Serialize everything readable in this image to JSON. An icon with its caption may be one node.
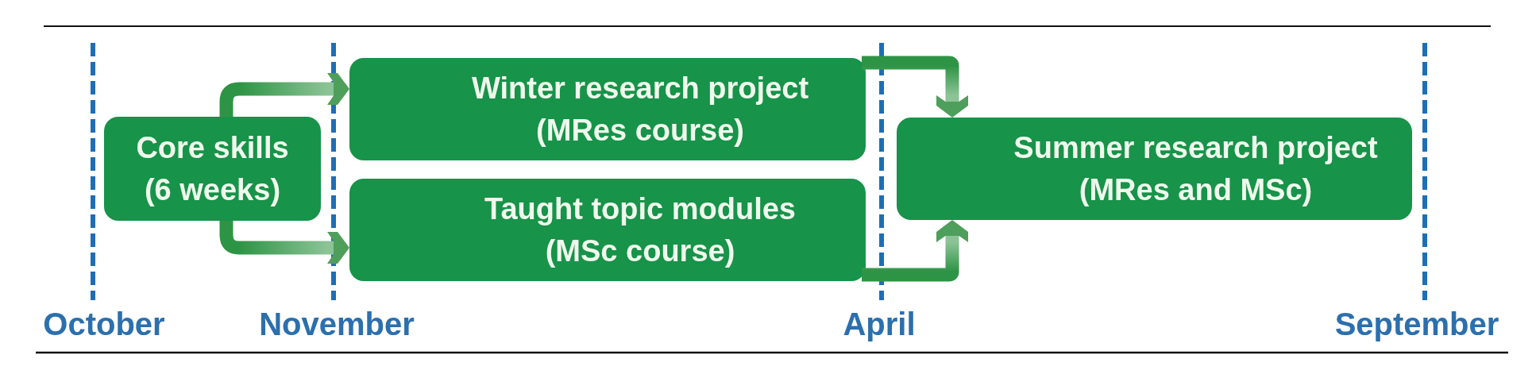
{
  "diagram": {
    "nodes": [
      {
        "text": [
          "Core skills",
          "(6 weeks)"
        ]
      },
      {
        "text": [
          "Winter research project",
          "(MRes course)"
        ]
      },
      {
        "text": [
          "Taught topic modules",
          "(MSc course)"
        ]
      },
      {
        "text": [
          "Summer research project",
          "(MRes and MSc)"
        ]
      }
    ],
    "edges": [
      {
        "from": 0,
        "to": 1,
        "arrow": "to"
      },
      {
        "from": 0,
        "to": 2,
        "arrow": "to"
      },
      {
        "from": 1,
        "to": 3,
        "arrow": "to"
      },
      {
        "from": 2,
        "to": 3,
        "arrow": "to"
      }
    ],
    "labels": [
      "October",
      "November",
      "April",
      "September"
    ]
  }
}
